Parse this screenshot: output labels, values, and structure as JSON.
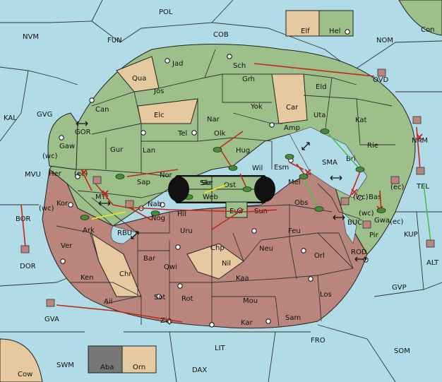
{
  "sea_regions": [
    {
      "id": "POL",
      "label": "POL"
    },
    {
      "id": "NVM",
      "label": "NVM"
    },
    {
      "id": "FUN",
      "label": "FUN"
    },
    {
      "id": "COB",
      "label": "COB"
    },
    {
      "id": "NOM",
      "label": "NOM"
    },
    {
      "id": "Con",
      "label": "Con"
    },
    {
      "id": "KAL",
      "label": "KAL"
    },
    {
      "id": "GVG",
      "label": "GVG"
    },
    {
      "id": "MVU",
      "label": "MVU"
    },
    {
      "id": "BOR",
      "label": "BOR"
    },
    {
      "id": "KUP",
      "label": "KUP"
    },
    {
      "id": "GVP",
      "label": "GVP"
    },
    {
      "id": "SOM",
      "label": "SOM"
    },
    {
      "id": "FRO",
      "label": "FRO"
    },
    {
      "id": "LIT",
      "label": "LIT"
    },
    {
      "id": "DAX",
      "label": "DAX"
    },
    {
      "id": "SWM",
      "label": "SWM"
    },
    {
      "id": "Cow",
      "label": "Cow"
    },
    {
      "id": "GOR",
      "label": "GOR"
    },
    {
      "id": "SMA",
      "label": "SMA"
    },
    {
      "id": "BUC",
      "label": "BUC"
    },
    {
      "id": "ROD",
      "label": "ROD"
    },
    {
      "id": "RBU",
      "label": "RBU"
    },
    {
      "id": "MTI",
      "label": "MTI"
    },
    {
      "id": "TEL",
      "label": "TEL"
    },
    {
      "id": "NAM",
      "label": "NAM"
    }
  ],
  "islands": [
    {
      "id": "OVD",
      "label": "OVD"
    },
    {
      "id": "DOR",
      "label": "DOR"
    },
    {
      "id": "GVA",
      "label": "GVA"
    },
    {
      "id": "ALT",
      "label": "ALT"
    },
    {
      "id": "Elf",
      "label": "Elf"
    },
    {
      "id": "Hel",
      "label": "Hel"
    },
    {
      "id": "Aba",
      "label": "Aba"
    },
    {
      "id": "Orn",
      "label": "Orn"
    }
  ],
  "green_provinces": [
    {
      "id": "Jad",
      "label": "Jad"
    },
    {
      "id": "Sch",
      "label": "Sch"
    },
    {
      "id": "Qua",
      "label": "Qua"
    },
    {
      "id": "Jos",
      "label": "Jos"
    },
    {
      "id": "Grh",
      "label": "Grh"
    },
    {
      "id": "Eld",
      "label": "Eld"
    },
    {
      "id": "Can",
      "label": "Can"
    },
    {
      "id": "Elc",
      "label": "Elc"
    },
    {
      "id": "Yok",
      "label": "Yok"
    },
    {
      "id": "Car",
      "label": "Car"
    },
    {
      "id": "Nar",
      "label": "Nar"
    },
    {
      "id": "Uta",
      "label": "Uta"
    },
    {
      "id": "Kat",
      "label": "Kat"
    },
    {
      "id": "Tel",
      "label": "Tel"
    },
    {
      "id": "Olk",
      "label": "Olk"
    },
    {
      "id": "Amp",
      "label": "Amp"
    },
    {
      "id": "Gur",
      "label": "Gur"
    },
    {
      "id": "Lan",
      "label": "Lan"
    },
    {
      "id": "Hug",
      "label": "Hug"
    },
    {
      "id": "Rie",
      "label": "Rie"
    },
    {
      "id": "Gaw",
      "label": "Gaw"
    },
    {
      "id": "Wil",
      "label": "Wil"
    },
    {
      "id": "Esm",
      "label": "Esm"
    },
    {
      "id": "Bri",
      "label": "Bri"
    },
    {
      "id": "Her",
      "label": "Her"
    },
    {
      "id": "Nor",
      "label": "Nor"
    },
    {
      "id": "Sap",
      "label": "Sap"
    },
    {
      "id": "Skr",
      "label": "Skr"
    },
    {
      "id": "Ost",
      "label": "Ost"
    },
    {
      "id": "Web",
      "label": "Web"
    },
    {
      "id": "Nab",
      "label": "Nab"
    },
    {
      "id": "Eun",
      "label": "Eun"
    }
  ],
  "red_provinces": [
    {
      "id": "Mel",
      "label": "Mel"
    },
    {
      "id": "Bas",
      "label": "Bas"
    },
    {
      "id": "Kor",
      "label": "Kor"
    },
    {
      "id": "Obs",
      "label": "Obs"
    },
    {
      "id": "Gwa",
      "label": "Gwa"
    },
    {
      "id": "Hil",
      "label": "Hil"
    },
    {
      "id": "Sun",
      "label": "Sun"
    },
    {
      "id": "Nog",
      "label": "Nog"
    },
    {
      "id": "Ark",
      "label": "Ark"
    },
    {
      "id": "Uru",
      "label": "Uru"
    },
    {
      "id": "Feu",
      "label": "Feu"
    },
    {
      "id": "Pir",
      "label": "Pir"
    },
    {
      "id": "Ver",
      "label": "Ver"
    },
    {
      "id": "Chp",
      "label": "Chp"
    },
    {
      "id": "Neu",
      "label": "Neu"
    },
    {
      "id": "Bar",
      "label": "Bar"
    },
    {
      "id": "Qwi",
      "label": "Qwi"
    },
    {
      "id": "Orl",
      "label": "Orl"
    },
    {
      "id": "Nil",
      "label": "Nil"
    },
    {
      "id": "Ken",
      "label": "Ken"
    },
    {
      "id": "Chr",
      "label": "Chr"
    },
    {
      "id": "Kaa",
      "label": "Kaa"
    },
    {
      "id": "Sot",
      "label": "Sot"
    },
    {
      "id": "Rot",
      "label": "Rot"
    },
    {
      "id": "Los",
      "label": "Los"
    },
    {
      "id": "Ail",
      "label": "Ail"
    },
    {
      "id": "Mou",
      "label": "Mou"
    },
    {
      "id": "Sam",
      "label": "Sam"
    },
    {
      "id": "Zin",
      "label": "Zin"
    },
    {
      "id": "Kar",
      "label": "Kar"
    }
  ],
  "coast_labels": [
    "(wc)",
    "(ec)",
    "(wc)",
    "(wc)",
    "(ec)",
    "(wc)",
    "(ec)"
  ],
  "colors": {
    "green": "#9dbf8a",
    "red": "#b9857c",
    "tan": "#e7c9a0",
    "sea": "#b1dbe6",
    "move": "#c0281c",
    "support": "#e8e81a",
    "convoy": "#4cc04a"
  }
}
